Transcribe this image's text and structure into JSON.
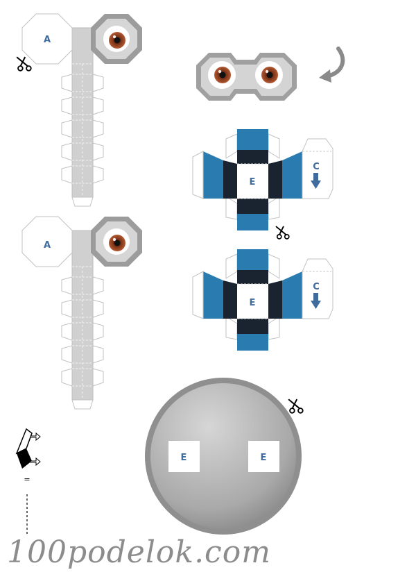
{
  "labels": {
    "a": "A",
    "c": "C",
    "e": "E",
    "fold_mark": "="
  },
  "watermark": "100podelok.com",
  "colors": {
    "blue": "#2a7cb0",
    "navy": "#1a2430",
    "gray": "#d0d0d0",
    "iris": "#a84f2d",
    "label": "#3f6c9c"
  },
  "icons": [
    "scissors-icon",
    "curved-arrow-icon",
    "down-arrow-icon",
    "fold-guide-icon"
  ]
}
